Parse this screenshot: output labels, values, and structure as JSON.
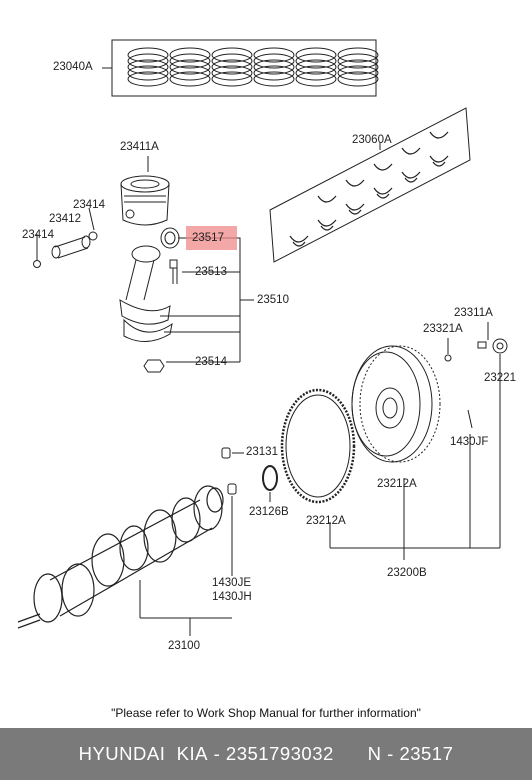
{
  "labels": {
    "rings_set": "23040A",
    "bearing_set": "23060A",
    "piston": "23411A",
    "snap_ring_upper": "23414",
    "piston_pin": "23412",
    "snap_ring_lower": "23414",
    "bushing": "23517",
    "conrod_bolt": "23513",
    "conrod_assy": "23510",
    "conrod_nut": "23514",
    "pilot_bearing": "23311A",
    "bolt_a": "23321A",
    "bolt_b": "23221",
    "dowel_pin": "1430JF",
    "oil_seal_sub": "23131",
    "crank_seal": "23126B",
    "flywheel": "23212A",
    "ring_gear": "23212A",
    "flywheel_assy": "23200B",
    "key_1": "1430JE",
    "key_2": "1430JH",
    "crankshaft": "23100"
  },
  "highlight_color": "#f08a8a",
  "note": "\"Please refer to Work Shop Manual for further information\"",
  "footer": {
    "brand": "HYUNDAI  KIA",
    "part_number": "2351793032",
    "ref": "N - 23517"
  }
}
